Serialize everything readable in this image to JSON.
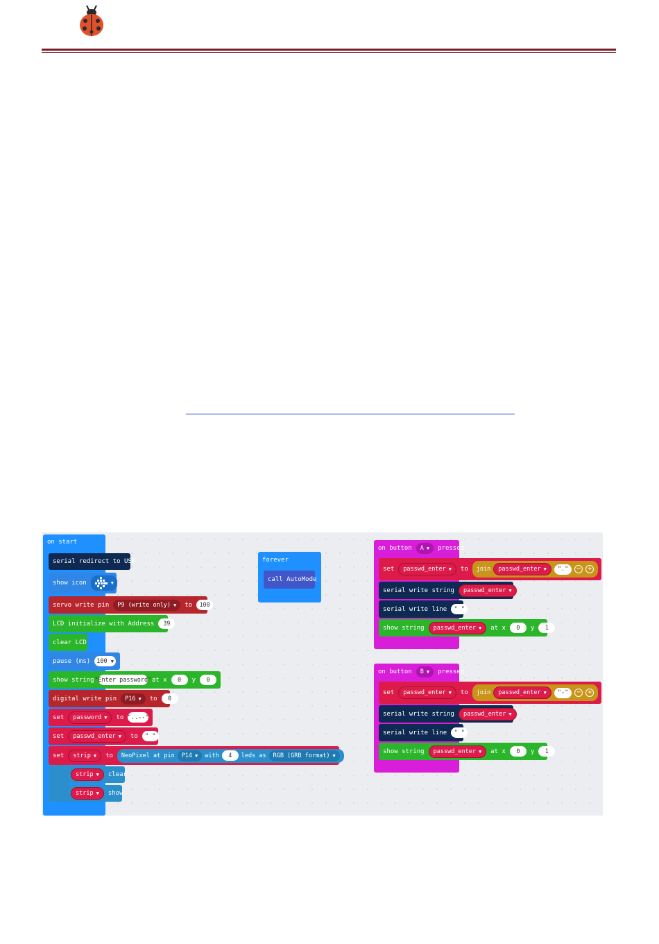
{
  "on_start": {
    "header": "on start",
    "serial_redirect": "serial redirect to USB",
    "show_icon": "show icon",
    "servo_write": "servo write pin",
    "servo_pin": "P9 (write only)",
    "to": "to",
    "servo_value": "100",
    "lcd_init": "LCD initialize with Address",
    "lcd_address": "39",
    "clear_lcd": "clear LCD",
    "pause": "pause (ms)",
    "pause_value": "100",
    "show_string": "show string",
    "show_string_value": "\"Enter password\"",
    "at_x": "at x",
    "x_value": "0",
    "y": "y",
    "y_value": "0",
    "digital_write": "digital write pin",
    "digital_pin": "P16",
    "digital_value": "0",
    "set": "set",
    "var_password": "password",
    "password_value": "\"..--\"",
    "var_passwd_enter": "passwd_enter",
    "passwd_value": "\" \"",
    "var_strip": "strip",
    "neopixel": "NeoPixel at pin",
    "neopixel_pin": "P14",
    "with": "with",
    "leds_count": "4",
    "leds_as": "leds as",
    "format": "RGB (GRB format)",
    "strip_clear": "clear",
    "strip_show": "show"
  },
  "forever": {
    "header": "forever",
    "call": "call AutoMode"
  },
  "button_a": {
    "on_button": "on button",
    "button": "A",
    "pressed": "pressed",
    "set": "set",
    "var": "passwd_enter",
    "to": "to",
    "join": "join",
    "join_var": "passwd_enter",
    "join_value": "\".\"",
    "serial_write_string": "serial write string",
    "serial_write_line": "serial write line",
    "line_value": "\" \"",
    "show_string": "show string",
    "at_x": "at x",
    "x_value": "0",
    "y": "y",
    "y_value": "1"
  },
  "button_b": {
    "on_button": "on button",
    "button": "B",
    "pressed": "pressed",
    "set": "set",
    "var": "passwd_enter",
    "to": "to",
    "join": "join",
    "join_var": "passwd_enter",
    "join_value": "\"-\"",
    "serial_write_string": "serial write string",
    "serial_write_line": "serial write line",
    "line_value": "\" \"",
    "show_string": "show string",
    "at_x": "at x",
    "x_value": "0",
    "y": "y",
    "y_value": "1"
  },
  "icons": {
    "logo": "ladybug-logo-icon",
    "led_icon": "led-heart-icon",
    "remove": "minus-circle-icon",
    "add": "plus-circle-icon"
  },
  "colors": {
    "header_rule": "#7a1f2b",
    "link_underline": "#2b3bbf",
    "events": "#1e90ff",
    "serial": "#0f2a52",
    "pins": "#b8262d",
    "lcd": "#2bb52b",
    "variables": "#dd1b4a",
    "neopixel": "#2a8fcb",
    "input": "#d81ed8",
    "text": "#c8951a",
    "functions": "#4056c9"
  }
}
